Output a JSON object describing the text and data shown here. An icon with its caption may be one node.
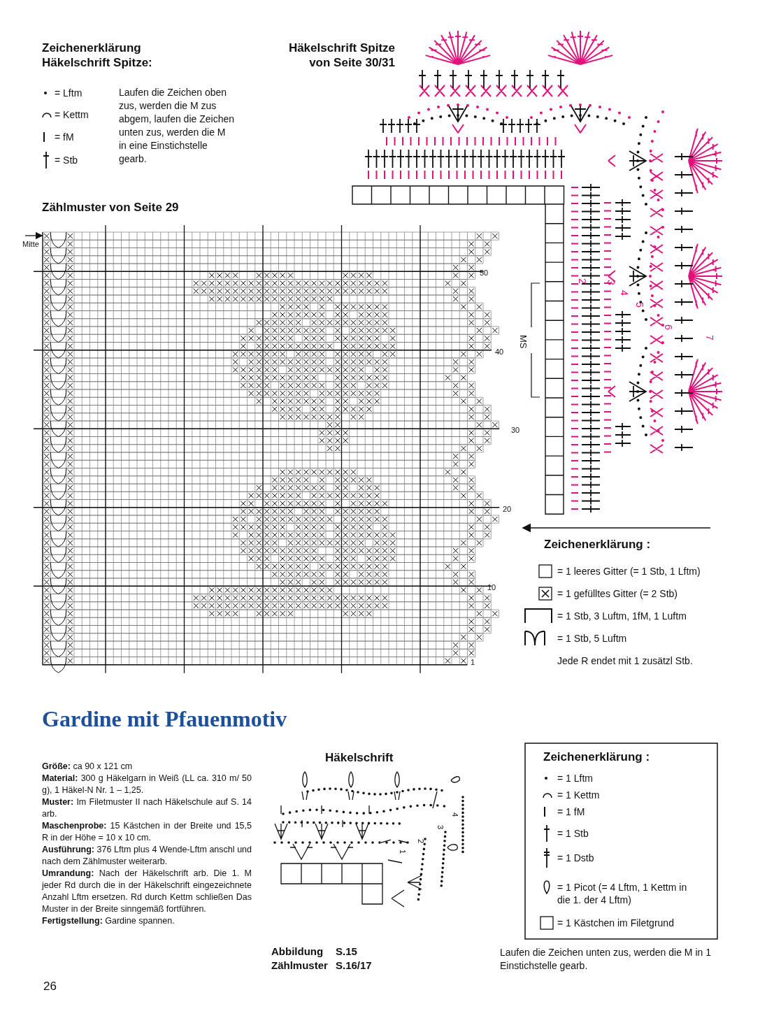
{
  "diagram": {
    "title": "Gardine mit Pfauenmotiv",
    "labels": [
      "Zeichenerklärung Häkelschrift Spitze:",
      "Häkelschrift Spitze von Seite 30/31",
      "Laufen die Zeichen oben zus, werden die M zus abgem, laufen die Zeichen unten zus, werden die M in eine Einstichstelle gearb.",
      "Zählmuster von Seite 29",
      "Mitte",
      "50",
      "40",
      "30",
      "20",
      "10",
      "1",
      "MS",
      "2",
      "3",
      "4",
      "5",
      "6",
      "7",
      "Zeichenerklärung :",
      "Jede R endet mit 1 zusätzl Stb.",
      "**Größe:** ca 90 x 121 cm",
      "**Material:** 300 g Häkelgarn in Weiß (LL ca. 310 m/ 50 g), 1 Häkel-N Nr. 1 – 1,25.",
      "**Muster:** Im Filetmuster II nach Häkelschule auf S. 14 arb.",
      "**Maschenprobe:** 15 Kästchen in der Breite und 15,5 R in der Höhe = 10 x 10 cm.",
      "**Ausführung:** 376 Lftm plus 4 Wende-Lftm anschl und nach dem Zählmuster weiterarb.",
      "**Umrandung:** Nach der Häkelschrift arb. Die 1. M jeder Rd durch die in der Häkelschrift eingezeichnete Anzahl Lftm ersetzen. Rd durch Kettm schließen Das Muster in der Breite sinngemäß fortführen.",
      "**Fertigstellung:** Gardine spannen.",
      "Häkelschrift",
      "1",
      "2",
      "3",
      "4",
      "Zeichenerklärung :",
      "Laufen die Zeichen unten zus, werden die M in 1 Einstichstelle gearb.",
      "Abbildung",
      "S.15",
      "Zählmuster",
      "S.16/17",
      "26"
    ],
    "legend": [
      {
        "text": "= Lftm"
      },
      {
        "text": "= Kettm"
      },
      {
        "text": "= fM"
      },
      {
        "text": "= Stb"
      },
      {
        "text": "= 1 leeres Gitter (= 1 Stb, 1 Lftm)"
      },
      {
        "text": "= 1 gefülltes Gitter (= 2 Stb)"
      },
      {
        "text": "= 1 Stb, 3 Luftm, 1fM, 1 Luftm"
      },
      {
        "text": "= 1 Stb, 5 Luftm"
      },
      {
        "text": "= 1 Lftm"
      },
      {
        "text": "= 1 Kettm"
      },
      {
        "text": "= 1 fM"
      },
      {
        "text": "= 1 Stb"
      },
      {
        "text": "= 1 Dstb"
      },
      {
        "text": "= 1 Picot (= 4 Lftm, 1 Kettm in die 1. der 4 Lftm)"
      },
      {
        "text": "= 1 Kästchen im Filetgrund"
      }
    ]
  }
}
